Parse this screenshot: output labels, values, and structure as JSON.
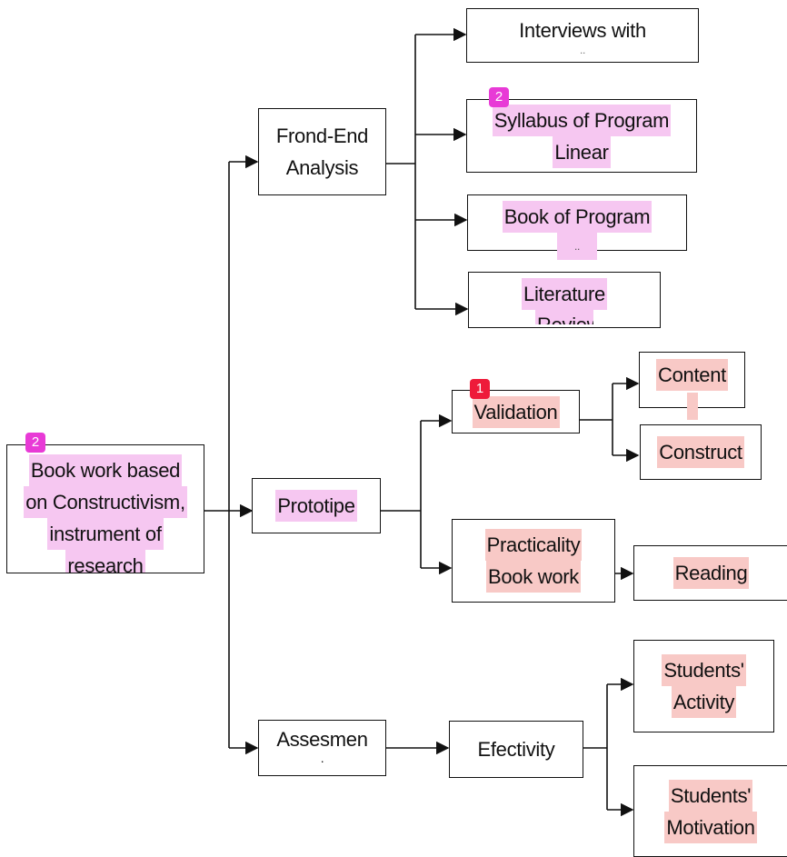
{
  "diagram": {
    "root": {
      "lines": [
        "Book work based",
        "on Constructivism,",
        "instrument of",
        "research"
      ]
    },
    "front_end": {
      "lines": [
        "Frond-End",
        "Analysis"
      ]
    },
    "prototype": {
      "lines": [
        "Prototipe"
      ]
    },
    "assessment": {
      "lines": [
        "Assesmen",
        "."
      ]
    },
    "interviews": {
      "lines": [
        "Interviews with",
        ".."
      ]
    },
    "syllabus": {
      "lines": [
        "Syllabus of Program",
        "Linear"
      ]
    },
    "book_program": {
      "lines": [
        "Book of Program",
        ".."
      ]
    },
    "literature": {
      "lines": [
        "Literature",
        "Review"
      ]
    },
    "validation": {
      "lines": [
        "Validation"
      ]
    },
    "content": {
      "lines": [
        "Content"
      ]
    },
    "construct": {
      "lines": [
        "Construct"
      ]
    },
    "practicality": {
      "lines": [
        "Practicality",
        "Book work"
      ]
    },
    "reading": {
      "lines": [
        "Reading"
      ]
    },
    "efectivity": {
      "lines": [
        "Efectivity"
      ]
    },
    "students_activity": {
      "lines": [
        "Students'",
        "Activity"
      ]
    },
    "students_motivation": {
      "lines": [
        "Students'",
        "Motivation"
      ]
    }
  },
  "badges": {
    "root": "2",
    "syllabus": "2",
    "validation": "1"
  },
  "colors": {
    "highlight_pink": "#f6c7f1",
    "highlight_red": "#f8c9c6",
    "badge_magenta": "#e83ad6",
    "badge_red": "#ee1b3a",
    "line": "#111111"
  }
}
